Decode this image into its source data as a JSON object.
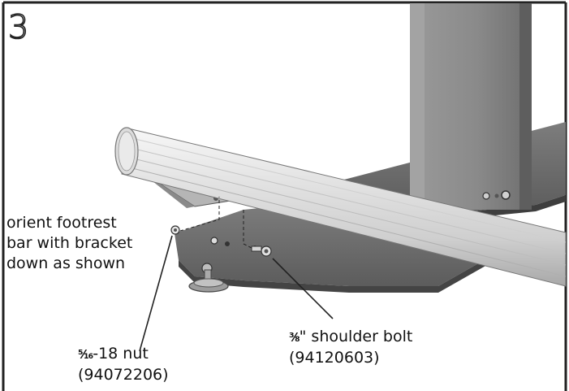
{
  "step": {
    "number": "3"
  },
  "callouts": {
    "orient": {
      "line1": "orient footrest",
      "line2": "bar with bracket",
      "line3": "down as shown"
    },
    "nut": {
      "size_fraction": "⁵⁄₁₆",
      "size_rest": "-18 nut",
      "part_number": "(94072206)"
    },
    "bolt": {
      "size_fraction": "³⁄₈",
      "size_rest": "\" shoulder bolt",
      "part_number": "(94120603)"
    }
  },
  "colors": {
    "frame_border": "#222222",
    "column_metal": "#8f8f8f",
    "base_plate": "#6e6e6e",
    "footrest_bar": "#e6e6e6",
    "bracket": "#b0b0b0"
  }
}
